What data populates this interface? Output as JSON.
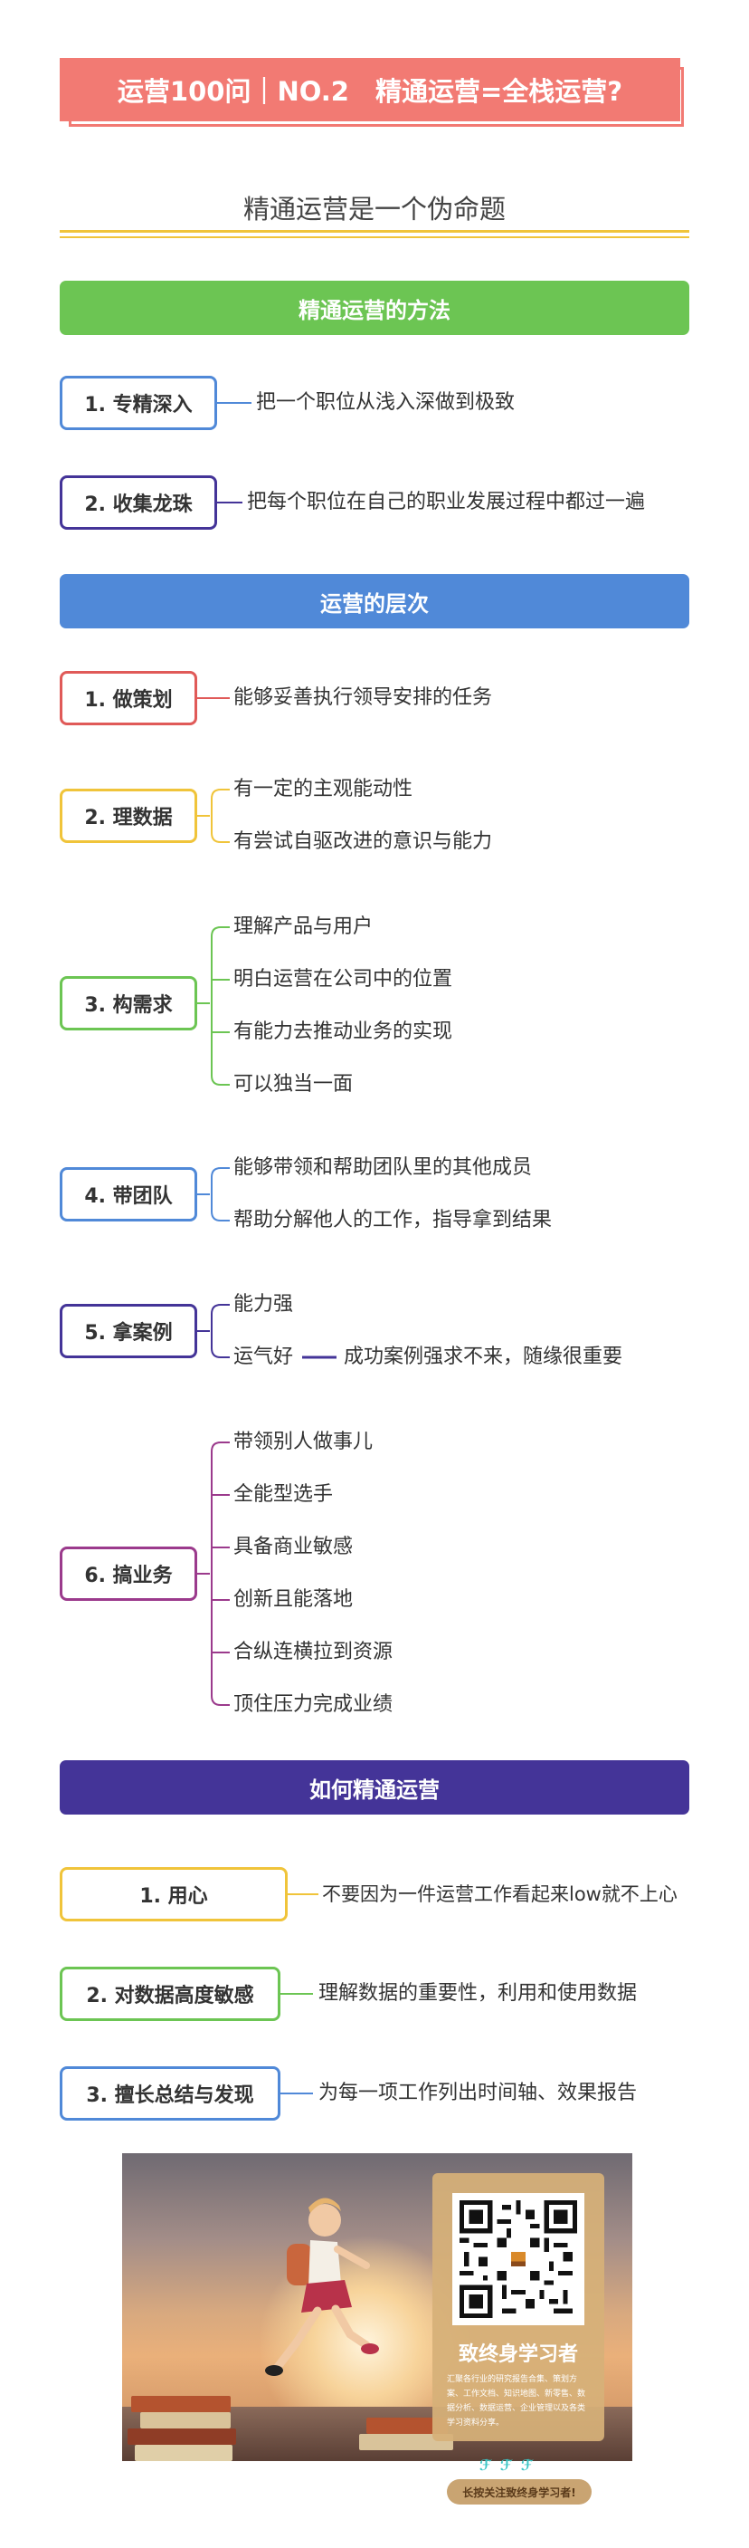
{
  "header": {
    "title": "运营100问｜NO.2　精通运营=全栈运营?",
    "subtitle": "精通运营是一个伪命题"
  },
  "sections": [
    {
      "label": "精通运营的方法",
      "color": "#6cc553"
    },
    {
      "label": "运营的层次",
      "color": "#5089d8"
    },
    {
      "label": "如何精通运营",
      "color": "#443498"
    }
  ],
  "methods": [
    {
      "label": "1. 专精深入",
      "color": "#5089d8",
      "desc": "把一个职位从浅入深做到极致"
    },
    {
      "label": "2. 收集龙珠",
      "color": "#443498",
      "desc": "把每个职位在自己的职业发展过程中都过一遍"
    }
  ],
  "levels": [
    {
      "label": "1. 做策划",
      "color": "#e05a58",
      "items": [
        "能够妥善执行领导安排的任务"
      ]
    },
    {
      "label": "2. 理数据",
      "color": "#f0c43a",
      "items": [
        "有一定的主观能动性",
        "有尝试自驱改进的意识与能力"
      ]
    },
    {
      "label": "3. 构需求",
      "color": "#6cc553",
      "items": [
        "理解产品与用户",
        "明白运营在公司中的位置",
        "有能力去推动业务的实现",
        "可以独当一面"
      ]
    },
    {
      "label": "4. 带团队",
      "color": "#5089d8",
      "items": [
        "能够带领和帮助团队里的其他成员",
        "帮助分解他人的工作，指导拿到结果"
      ]
    },
    {
      "label": "5. 拿案例",
      "color": "#443498",
      "items": [
        "能力强",
        "运气好"
      ],
      "extra": "成功案例强求不来，随缘很重要"
    },
    {
      "label": "6. 搞业务",
      "color": "#9b3a8c",
      "items": [
        "带领别人做事儿",
        "全能型选手",
        "具备商业敏感",
        "创新且能落地",
        "合纵连横拉到资源",
        "顶住压力完成业绩"
      ]
    }
  ],
  "howto": [
    {
      "label": "1. 用心",
      "color": "#f0c43a",
      "desc": "不要因为一件运营工作看起来low就不上心"
    },
    {
      "label": "2. 对数据高度敏感",
      "color": "#6cc553",
      "desc": "理解数据的重要性，利用和使用数据"
    },
    {
      "label": "3. 擅长总结与发现",
      "color": "#5089d8",
      "desc": "为每一项工作列出时间轴、效果报告"
    }
  ],
  "promo": {
    "card_title": "致终身学习者",
    "card_desc": "汇聚各行业的研究报告合集、策划方案、工作文档、知识地图、新零售、数据分析、数据运营、企业管理以及各类学习资料分享。",
    "follow_label": "长按关注致终身学习者!",
    "footer_marks": "ℱℱℱ"
  }
}
